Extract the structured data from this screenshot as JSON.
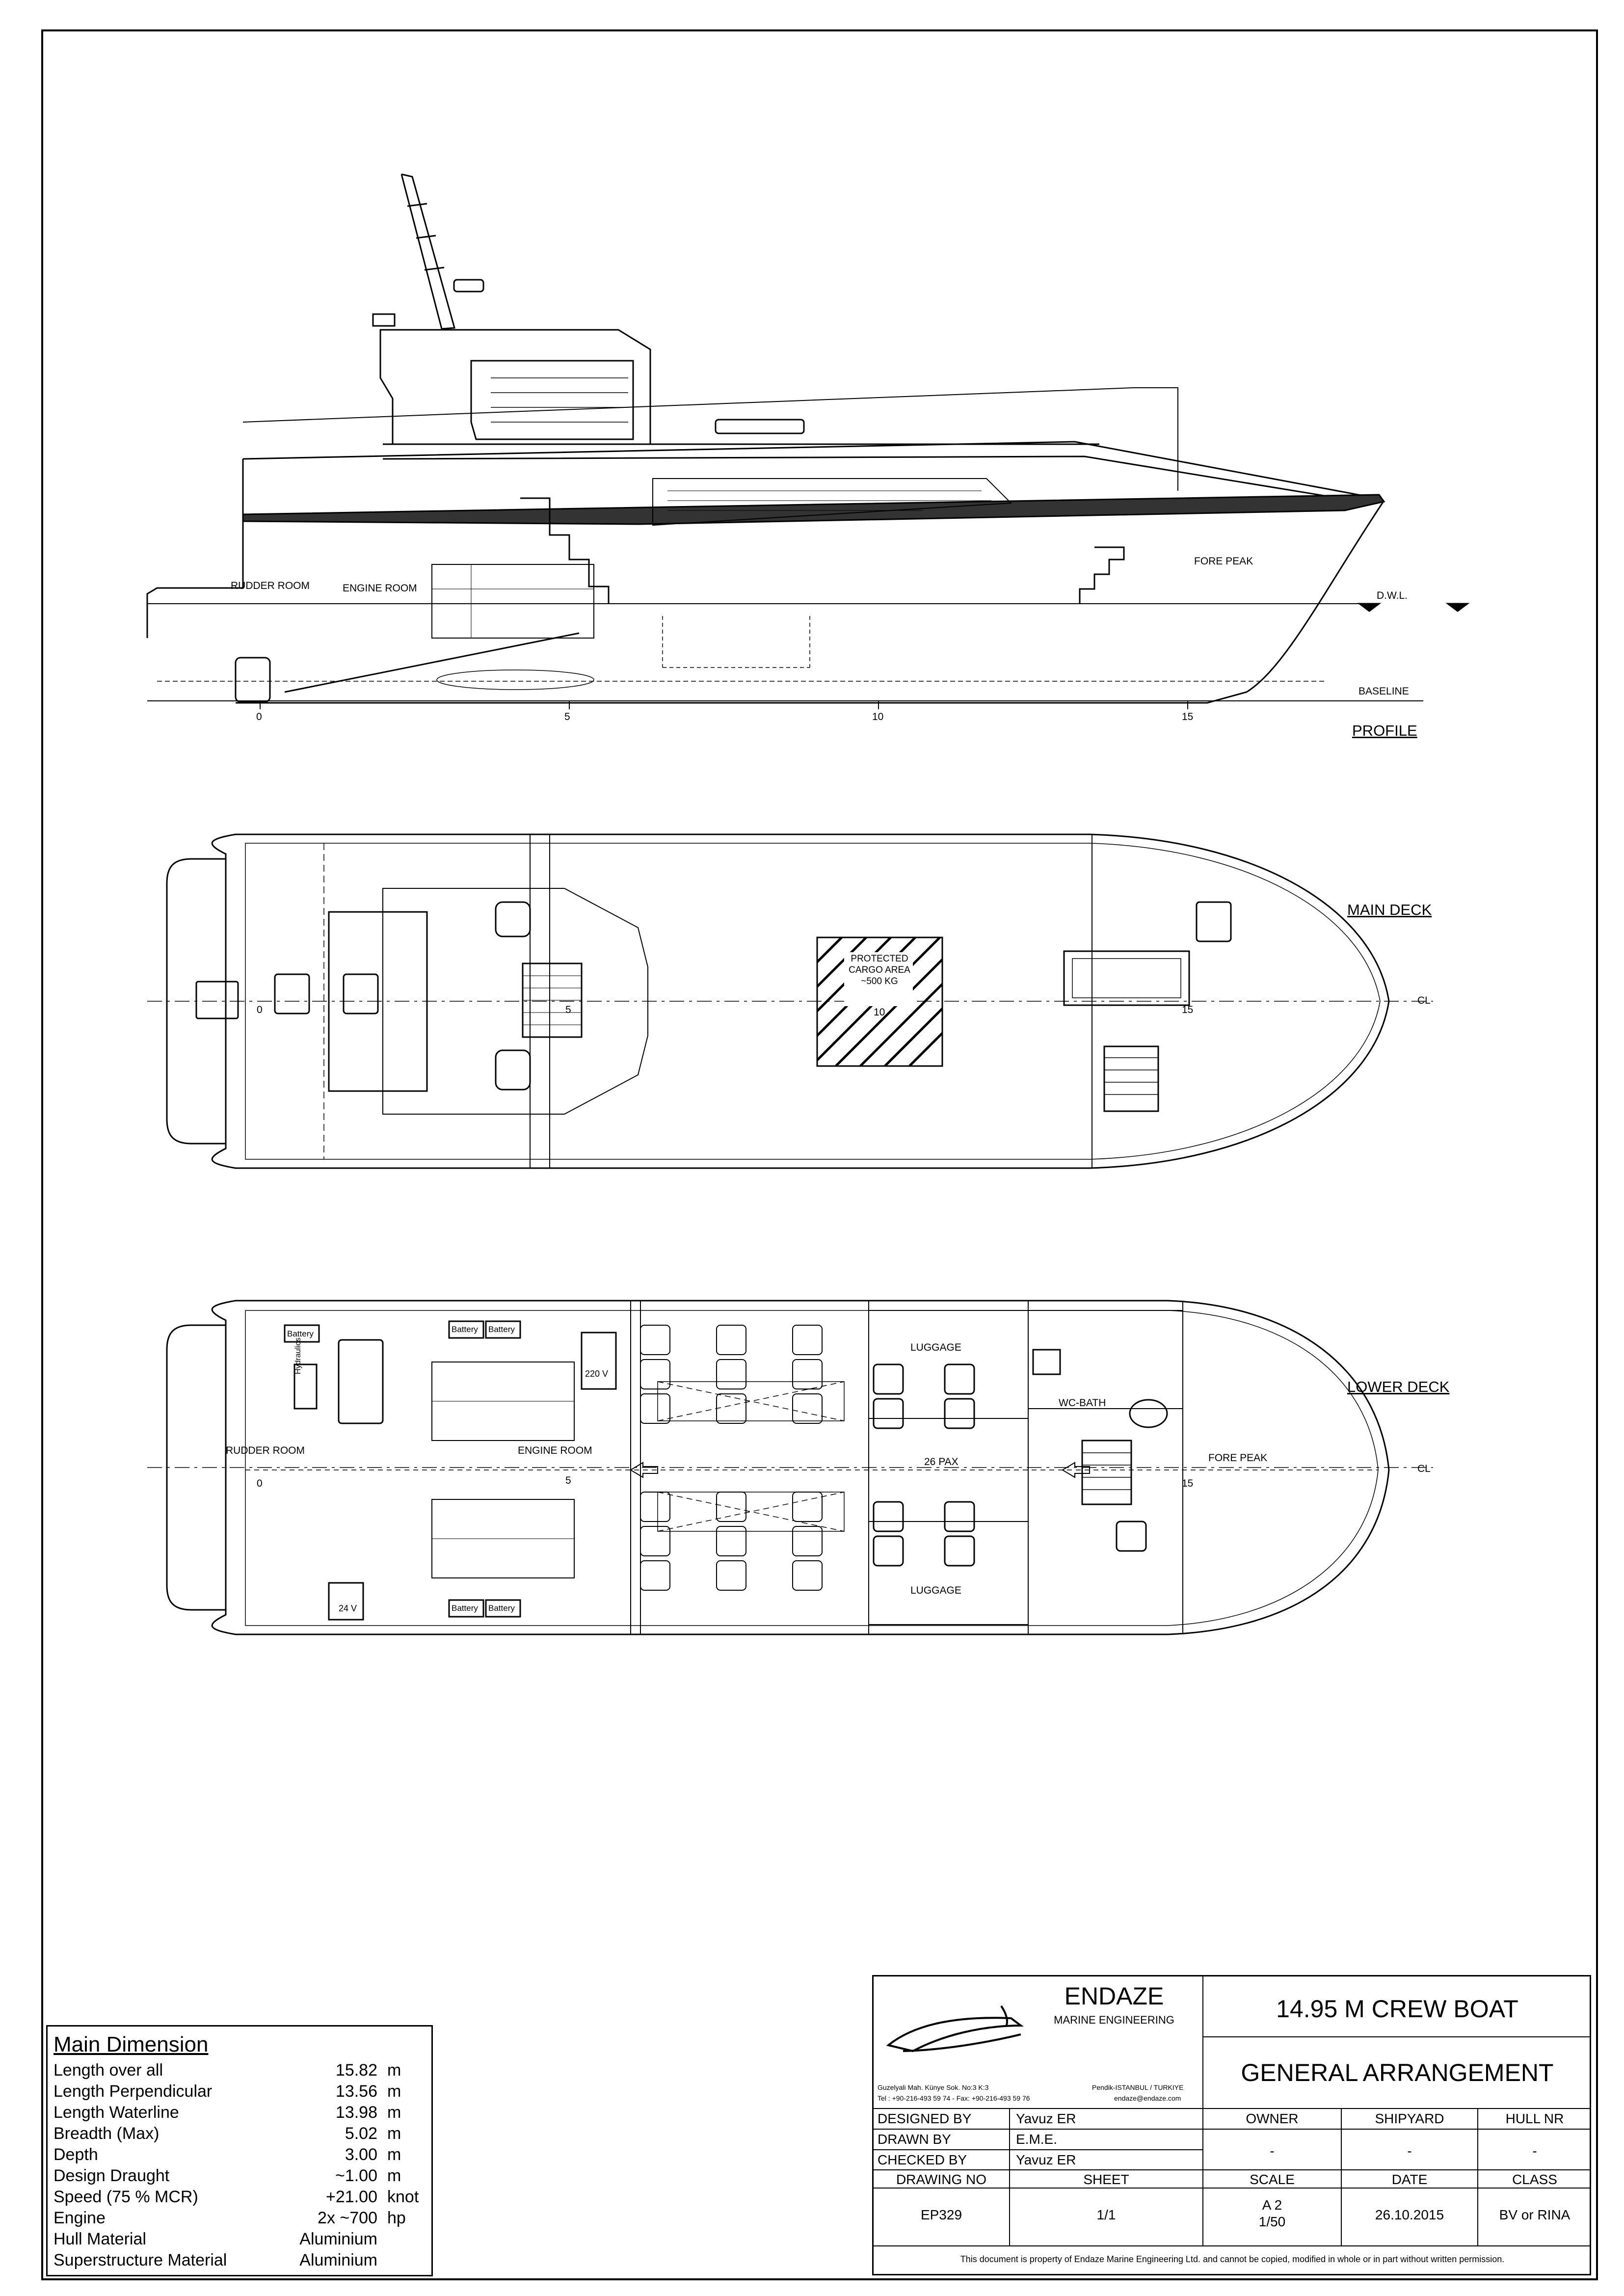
{
  "profile": {
    "view_title": "PROFILE",
    "rooms": {
      "rudder_room": "RUDDER ROOM",
      "engine_room": "ENGINE ROOM",
      "fore_peak": "FORE PEAK"
    },
    "waterline": "D.W.L.",
    "baseline": "BASELINE",
    "frames": [
      "0",
      "5",
      "10",
      "15"
    ]
  },
  "main_deck": {
    "view_title": "MAIN DECK",
    "cargo_label": "PROTECTED\nCARGO AREA\n~500 KG",
    "frames": [
      "0",
      "5",
      "10",
      "15"
    ],
    "centerline": "CL"
  },
  "lower_deck": {
    "view_title": "LOWER DECK",
    "rooms": {
      "rudder_room": "RUDDER ROOM",
      "engine_room": "ENGINE ROOM",
      "fore_peak": "FORE PEAK",
      "wc_bath": "WC-BATH",
      "luggage_top": "LUGGAGE",
      "luggage_bottom": "LUGGAGE",
      "pax": "26 PAX"
    },
    "equipment": {
      "battery": "Battery",
      "hydraulics": "Hydraulics",
      "v220": "220 V",
      "v24": "24 V"
    },
    "frames": [
      "0",
      "5",
      "15"
    ],
    "centerline": "CL"
  },
  "main_dimension": {
    "title": "Main Dimension",
    "rows": [
      {
        "label": "Length over all",
        "value": "15.82",
        "unit": "m"
      },
      {
        "label": "Length Perpendicular",
        "value": "13.56",
        "unit": "m"
      },
      {
        "label": "Length Waterline",
        "value": "13.98",
        "unit": "m"
      },
      {
        "label": "Breadth (Max)",
        "value": "5.02",
        "unit": "m"
      },
      {
        "label": "Depth",
        "value": "3.00",
        "unit": "m"
      },
      {
        "label": "Design Draught",
        "value": "~1.00",
        "unit": "m"
      },
      {
        "label": "Speed (75 % MCR)",
        "value": "+21.00",
        "unit": "knot"
      },
      {
        "label": "Engine",
        "value": "2x ~700",
        "unit": "hp"
      },
      {
        "label": "Hull Material",
        "value": "Aluminium",
        "unit": ""
      },
      {
        "label": "Superstructure Material",
        "value": "Aluminium",
        "unit": ""
      }
    ]
  },
  "title_block": {
    "company": "ENDAZE",
    "company_sub": "MARINE ENGINEERING",
    "address_1": "Guzelyali Mah. Künye Sok. No:3 K:3",
    "address_2": "Pendik-ISTANBUL / TURKIYE",
    "contact_1": "Tel : +90-216-493 59 74 - Fax: +90-216-493 59 76",
    "contact_2": "endaze@endaze.com",
    "project_title": "14.95 M CREW BOAT",
    "drawing_title": "GENERAL ARRANGEMENT",
    "designed_by_label": "DESIGNED BY",
    "designed_by": "Yavuz ER",
    "drawn_by_label": "DRAWN BY",
    "drawn_by": "E.M.E.",
    "checked_by_label": "CHECKED BY",
    "checked_by": "Yavuz ER",
    "owner_label": "OWNER",
    "owner": "-",
    "shipyard_label": "SHIPYARD",
    "shipyard": "-",
    "hull_nr_label": "HULL NR",
    "hull_nr": "-",
    "drawing_no_label": "DRAWING NO",
    "drawing_no": "EP329",
    "sheet_label": "SHEET",
    "sheet": "1/1",
    "scale_label": "SCALE",
    "scale_paper": "A 2",
    "scale": "1/50",
    "date_label": "DATE",
    "date": "26.10.2015",
    "class_label": "CLASS",
    "class": "BV or RINA",
    "disclaimer": "This document is property of  Endaze Marine Engineering Ltd. and cannot be copied, modified in whole or in part without written permission."
  }
}
